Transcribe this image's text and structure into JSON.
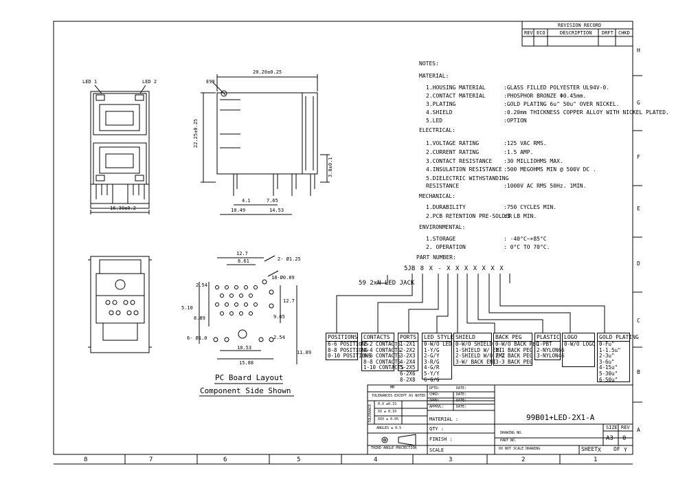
{
  "title_block": {
    "revision_record": "REVISION RECORD",
    "rev_headers": [
      "REV",
      "ECO",
      "DESCRIPTION",
      "DRFT",
      "CHKD"
    ],
    "part_name": "99B01+LED-2X1-A",
    "size_label": "SIZE",
    "size": "A3",
    "rev_label": "REV",
    "rev": "0",
    "sheet_label": "SHEET",
    "sheet": "X",
    "of_label": "OF",
    "of": "Y",
    "drawn": "DFTD:",
    "chkd": "CHKD:",
    "appd": "APPD:",
    "apprvl": "APPRVL:",
    "date": "DATE:",
    "material": "MATERIAL :",
    "qty": "QTY :",
    "finish": "FINISH :",
    "scale": "SCALE",
    "drawing_no": "DRAWING NO.",
    "part_no": "PART NO.",
    "do_not_scale": "DO NOT SCALE DRAWING",
    "third_angle": "THIRD ANGLE PROJECTION",
    "angles": "ANGLES ± 0.5",
    "tolerances": "TOLERANCES EXCEPT AS NOTED",
    "unit": "MM",
    "tol_rows": [
      "0.X ±0.15",
      "XX ± 0.10",
      "XXX ± 0.05"
    ],
    "tolerance_side": "TOLERANCE"
  },
  "border": {
    "bottom_numbers": [
      "8",
      "7",
      "6",
      "5",
      "4",
      "3",
      "2",
      "1"
    ],
    "side_letters": [
      "H",
      "G",
      "F",
      "E",
      "D",
      "C",
      "B",
      "A"
    ]
  },
  "views": {
    "led1": "LED 1",
    "led2": "LED 2",
    "width_dim": "16.30±0.2",
    "top_dim": "20.20±0.25",
    "height_dim": "22.25±0.25",
    "e90": "E90",
    "right_dim": "3.0±0.1",
    "d41": "4.1",
    "d765": "7.65",
    "d1049": "10.49",
    "d1453": "14.53",
    "pcb_d1272": "12.7",
    "pcb_d861": "8.61",
    "pcb_hole": "2- Ø1.25",
    "pcb_hole2": "18-Ø0.89",
    "pcb_left": [
      "2.54",
      "5.10",
      "8.89"
    ],
    "pcb_right": [
      "12.7",
      "9.65",
      "2.54",
      "11.89"
    ],
    "pcb_bottom": [
      "10.53",
      "15.88"
    ],
    "pcb_led": "6- Ø1.0",
    "pcb_title": "PC Board Layout",
    "pcb_subtitle": "Component Side Shown"
  },
  "notes": {
    "title": "NOTES:",
    "material_title": "MATERIAL:",
    "material": [
      [
        "1.HOUSING MATERIAL",
        ":GLASS FILLED POLYESTER UL94V-0."
      ],
      [
        "2.CONTACT MATERIAL",
        ":PHOSPHOR BRONZE Φ0.45mm."
      ],
      [
        "3.PLATING",
        ":GOLD PLATING 6u\" 50u\" OVER NICKEL."
      ],
      [
        "4.SHIELD",
        ":0.20mm THICKNESS COPPER ALLOY WITH NICKEL PLATED."
      ],
      [
        "5.LED",
        ":OPTION"
      ]
    ],
    "electrical_title": "ELECTRICAL:",
    "electrical": [
      [
        "1.VOLTAGE RATING",
        ":125 VAC RMS."
      ],
      [
        "2.CURRENT RATING",
        ":1.5 AMP."
      ],
      [
        "3.CONTACT RESISTANCE",
        ":30 MILLIOHMS MAX."
      ],
      [
        "4.INSULATION RESISTANCE",
        ":500 MEGOHMS MIN @ 500V DC ."
      ],
      [
        "5.DIELECTRIC WITHSTANDING",
        ""
      ],
      [
        "  RESISTANCE",
        ":1000V AC RMS 50Hz. 1MIN."
      ]
    ],
    "mechanical_title": "MECHANICAL:",
    "mechanical": [
      [
        "1.DURABILITY",
        ":750 CYCLES MIN."
      ],
      [
        "2.PCB RETENTION PRE-SOLDER",
        ":1 LB MIN."
      ]
    ],
    "environmental_title": "ENVIRONMENTAL:",
    "environmental": [
      [
        "1.STORAGE",
        ": -40°C~+85°C"
      ],
      [
        "2. OPERATION",
        ": 0°C TO 70°C."
      ]
    ]
  },
  "part_number": {
    "title": "PART NUMBER:",
    "code": "5JB 8 X - X X X X X X X",
    "jack_label": "59 2xN LED JACK",
    "groups": [
      {
        "title": "POSITIONS",
        "items": [
          "6-6 POSITIONS",
          "8-8 POSITIONS",
          "0-10 POSITIONS"
        ]
      },
      {
        "title": "CONTACTS",
        "items": [
          "2-2 CONTACTS",
          "4-4 CONTACTS",
          "6-6 CONTACTS",
          "8-8 CONTACTS",
          "1-10 CONTACTS"
        ]
      },
      {
        "title": "PORTS",
        "items": [
          "1-2X1",
          "2-2X2",
          "3-2X3",
          "4-2X4",
          "5-2X5",
          "6-2X6",
          "8-2X8"
        ]
      },
      {
        "title": "LED STYLE",
        "items": [
          "0-W/O LED",
          "1-Y/G",
          "2-G/Y",
          "3-R/G",
          "4-G/R",
          "5-Y/Y",
          "6-G/G"
        ]
      },
      {
        "title": "SHIELD",
        "items": [
          "0-W/O SHIELD",
          "1-SHIELD W/ EMI",
          "2-SHIELD W/O EMI",
          "3-W/ BACK EMI"
        ]
      },
      {
        "title": "BACK PEG",
        "items": [
          "0-W/O BACK PEG",
          "1-1 BACK PEG",
          "2-2 BACK PEG",
          "3-3 BACK PEG"
        ]
      },
      {
        "title": "PLASTIC",
        "items": [
          "1-PBT",
          "2-NYLON66",
          "3-NYLON46"
        ]
      },
      {
        "title": "LOGO",
        "items": [
          "0-W/O LOGO"
        ]
      },
      {
        "title": "GOLD PLATING",
        "items": [
          "0-Fu\"",
          "1-1.5u\"",
          "2-3u\"",
          "3-6u\"",
          "4-15u\"",
          "5-30u\"",
          "6-50u\""
        ]
      }
    ]
  }
}
